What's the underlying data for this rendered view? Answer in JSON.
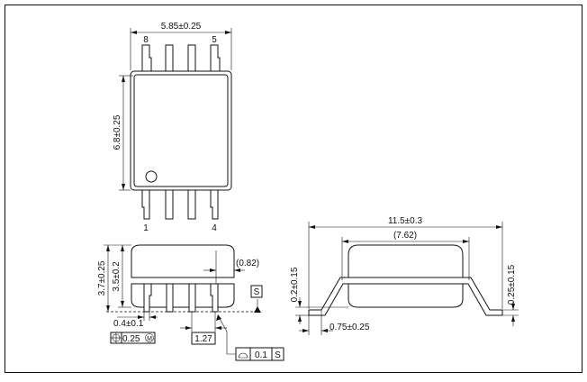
{
  "top_view": {
    "dim_width": "5.85±0.25",
    "dim_height": "6.8±0.25",
    "pin_8": "8",
    "pin_5": "5",
    "pin_1": "1",
    "pin_4": "4"
  },
  "front_view": {
    "dim_total_height": "3.7±0.25",
    "dim_body_height": "3.5±0.2",
    "dim_lead_offset": "(0.82)",
    "dim_lead_width": "0.4±0.1",
    "position_tol": "0.25",
    "mmc_symbol": "M",
    "dim_pitch": "1.27",
    "datum_s": "S",
    "flatness_value": "0.1",
    "flatness_datum": "S"
  },
  "side_view": {
    "dim_span": "11.5±0.3",
    "dim_row_spacing": "(7.62)",
    "dim_standoff": "0.2±0.15",
    "dim_lead_thickness": "0.25±0.15",
    "dim_foot_length": "0.75±0.25"
  }
}
